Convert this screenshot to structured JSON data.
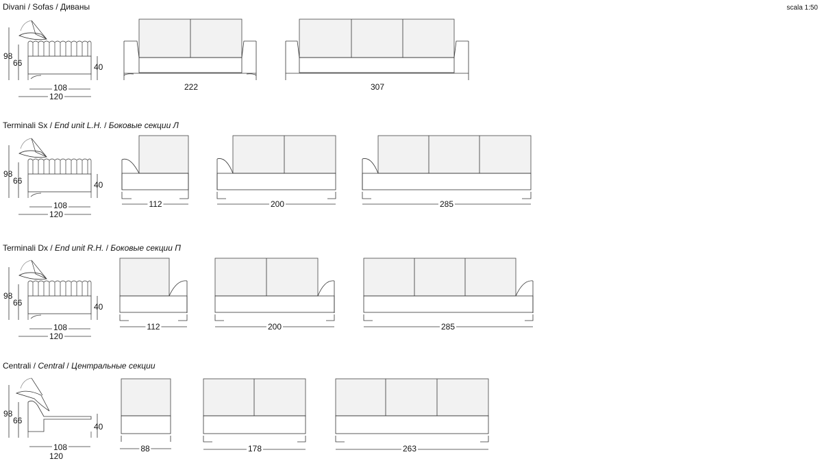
{
  "header": {
    "scale": "scala 1:50"
  },
  "sections": [
    {
      "title_it": "Divani",
      "title_en": "Sofas",
      "title_ru": "Диваны",
      "side": {
        "h_total": "98",
        "h_back": "66",
        "h_seat": "40",
        "depth_seat": "108",
        "depth_total": "120"
      },
      "units": [
        {
          "width": "222",
          "cushions": 2
        },
        {
          "width": "307",
          "cushions": 3
        }
      ]
    },
    {
      "title_it": "Terminali Sx",
      "title_en": "End unit L.H.",
      "title_ru": "Боковые секции Л",
      "side": {
        "h_total": "98",
        "h_back": "66",
        "h_seat": "40",
        "depth_seat": "108",
        "depth_total": "120"
      },
      "units": [
        {
          "width": "112",
          "cushions": 1
        },
        {
          "width": "200",
          "cushions": 2
        },
        {
          "width": "285",
          "cushions": 3
        }
      ]
    },
    {
      "title_it": "Terminali Dx",
      "title_en": "End unit R.H.",
      "title_ru": "Боковые секции П",
      "side": {
        "h_total": "98",
        "h_back": "66",
        "h_seat": "40",
        "depth_seat": "108",
        "depth_total": "120"
      },
      "units": [
        {
          "width": "112",
          "cushions": 1
        },
        {
          "width": "200",
          "cushions": 2
        },
        {
          "width": "285",
          "cushions": 3
        }
      ]
    },
    {
      "title_it": "Centrali",
      "title_en": "Central",
      "title_ru": "Центральные секции",
      "side": {
        "h_total": "98",
        "h_back": "66",
        "h_seat": "40",
        "depth_seat": "108",
        "depth_total": "120"
      },
      "units": [
        {
          "width": "88",
          "cushions": 1
        },
        {
          "width": "178",
          "cushions": 2
        },
        {
          "width": "263",
          "cushions": 3
        }
      ]
    }
  ],
  "colors": {
    "line": "#333333",
    "cushion_fill": "#f2f2f2",
    "arrow": "#999999"
  }
}
